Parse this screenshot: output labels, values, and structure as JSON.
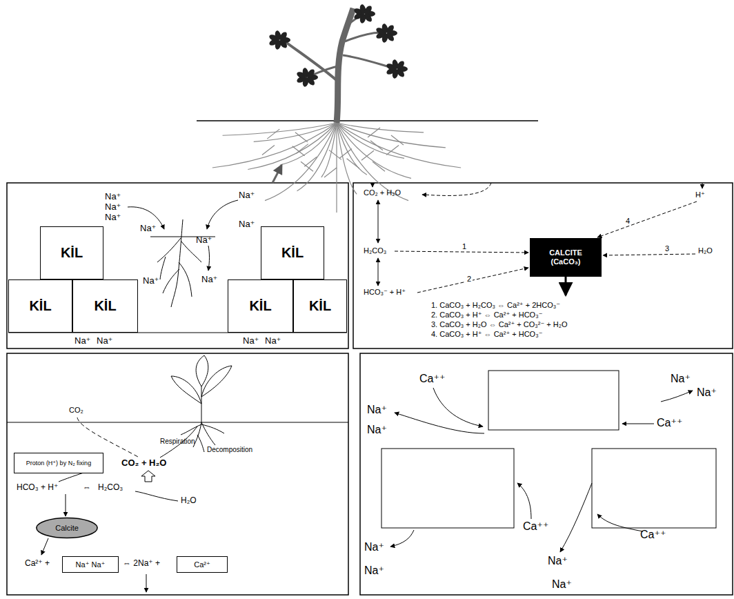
{
  "diagram": {
    "nodes": [
      {
        "text": [
          "KİL"
        ]
      },
      {
        "text": [
          "KİL"
        ]
      },
      {
        "text": [
          "KİL"
        ]
      },
      {
        "text": [
          "KİL"
        ]
      },
      {
        "text": [
          "KİL"
        ]
      },
      {
        "text": [
          "KİL"
        ]
      },
      {
        "text": [
          "CALCITE (CaCO₃)"
        ]
      },
      {
        "text": [
          "Proton (H⁺) by N₂ fixing"
        ]
      },
      {
        "text": [
          "Calcite"
        ]
      },
      {
        "text": [
          "Na⁺ Na⁺"
        ]
      },
      {
        "text": [
          "Ca²⁺"
        ]
      }
    ],
    "labels": [
      "Na⁺",
      "Na⁺",
      "Na⁺",
      "Na⁺",
      "Na⁺",
      "Na⁺",
      "Na⁺",
      "Na⁺",
      "Na⁺",
      "Na⁺",
      "Na⁺",
      "Na⁺",
      "Na⁺",
      "CO₂ + H₂O",
      "H₂CO₃",
      "HCO₃⁻ + H⁺",
      "H⁺",
      "H₂O",
      "1",
      "2",
      "3",
      "4",
      "1. CaCO₃ + H₂CO₃ ⇔ Ca²⁺ + 2HCO₃⁻",
      "2. CaCO₃ + H⁺ ⇔ Ca²⁺ + HCO₃⁻",
      "3. CaCO₃ + H₂O ⇔ Ca²⁺ + CO₃²⁻ + H₂O",
      "4. CaCO₃ + H⁺ ⇔ Ca²⁺ + HCO₃⁻",
      "CO₂",
      "Respiration",
      "Decomposition",
      "CO₂ + H₂O",
      "HCO₃ + H⁺",
      "⇔",
      "H₂CO₃",
      "H₂O",
      "Ca²⁺ +",
      "⇔ 2Na⁺ +",
      "Ca⁺⁺",
      "Na⁺",
      "Na⁺",
      "Na⁺",
      "Na⁺",
      "Ca⁺⁺",
      "Ca⁺⁺",
      "Ca⁺⁺",
      "Na⁺",
      "Na⁺",
      "Na⁺",
      "Na⁺"
    ]
  }
}
